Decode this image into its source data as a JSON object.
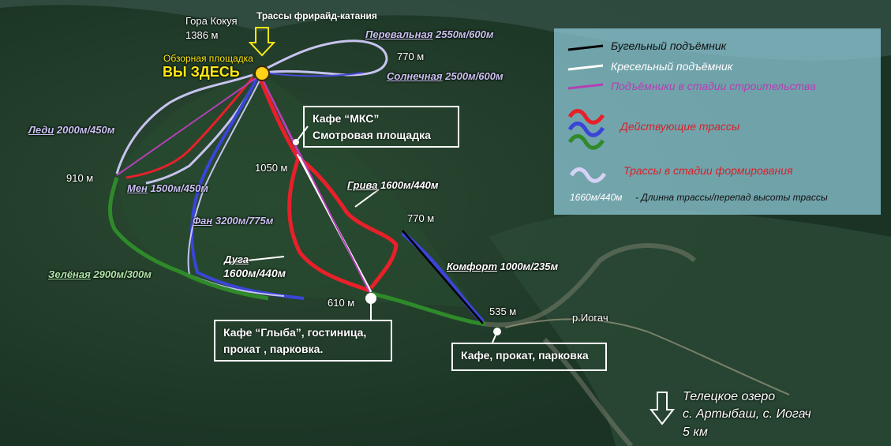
{
  "peak": {
    "name": "Гора Кокуя",
    "height": "1386 м"
  },
  "freeride_label": "Трассы фрирайд-катания",
  "viewpoint_label": "Обзорная площадка",
  "you_are_here": "ВЫ ЗДЕСЬ",
  "heights": {
    "h770_top": "770 м",
    "h910": "910 м",
    "h1050": "1050 м",
    "h770_mid": "770 м",
    "h610": "610 м",
    "h535": "535 м"
  },
  "river": "р.Иогач",
  "trails": {
    "perevalnaya": {
      "name": "Перевальная",
      "spec": "2550м/600м"
    },
    "solnechnaya": {
      "name": "Солнечная",
      "spec": "2500м/600м"
    },
    "ledi": {
      "name": "Леди",
      "spec": "2000м/450м"
    },
    "men": {
      "name": "Мен",
      "spec": "1500м/450м"
    },
    "fan": {
      "name": "Фан",
      "spec": "3200м/775м"
    },
    "zelenaya": {
      "name": "Зелёная",
      "spec": "2900м/300м"
    },
    "griva": {
      "name": "Грива",
      "spec": "1600м/440м"
    },
    "duga": {
      "name": "Дуга",
      "spec": "1600м/440м"
    },
    "komfort": {
      "name": "Комфорт",
      "spec": "1000м/235м"
    }
  },
  "boxes": {
    "mks": [
      "Кафе “МКС”",
      "Смотровая площадка"
    ],
    "glyba": [
      "Кафе “Глыба”, гостиница,",
      "прокат , парковка."
    ],
    "bottom": "Кафе, прокат, парковка"
  },
  "legend": {
    "draglift": "Бугельный подъёмник",
    "chairlift": "Кресельный подъёмник",
    "construction": "Подъёмники в стадии строительства",
    "active": "Действующие трассы",
    "forming": "Трассы в стадии формирования",
    "length_example": "1660м/440м",
    "length_desc": "-  Длинна трассы/перепад высоты трассы"
  },
  "direction": {
    "line1": "Телецкое озеро",
    "line2": "с. Артыбаш, с. Иогач",
    "line3": "5 км"
  },
  "colors": {
    "red": "#e8202a",
    "blue": "#3a45d8",
    "green": "#2f8a2a",
    "lavender": "#c7c3ef",
    "magenta": "#b43fb4",
    "yellow": "#ffe812"
  }
}
